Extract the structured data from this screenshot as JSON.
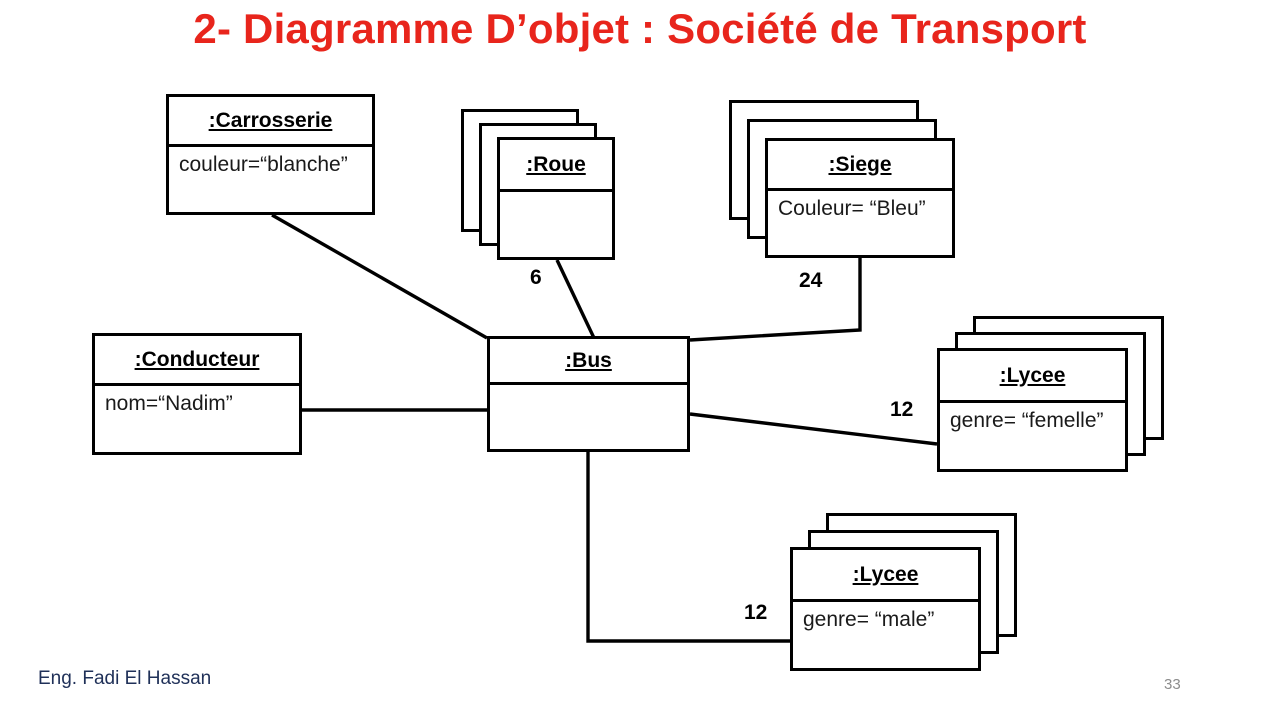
{
  "slide": {
    "title": "2- Diagramme D’objet : Société de Transport",
    "title_color": "#e8251c",
    "background_color": "#ffffff",
    "footer_author": "Eng. Fadi El Hassan",
    "page_number": "33",
    "line_color": "#000000"
  },
  "objects": {
    "carrosserie": {
      "name": ":Carrosserie",
      "attribute": "couleur=“blanche”",
      "stacked": false
    },
    "roue": {
      "name": ":Roue",
      "attribute": "",
      "stacked": true,
      "stack_count": 3
    },
    "siege": {
      "name": ":Siege",
      "attribute": "Couleur= “Bleu”",
      "stacked": true,
      "stack_count": 3
    },
    "conducteur": {
      "name": ":Conducteur",
      "attribute": "nom=“Nadim”",
      "stacked": false
    },
    "bus": {
      "name": ":Bus",
      "attribute": "",
      "stacked": false
    },
    "lycee_femelle": {
      "name": ":Lycee",
      "attribute": "genre= “femelle”",
      "stacked": true,
      "stack_count": 3
    },
    "lycee_male": {
      "name": ":Lycee",
      "attribute": "genre= “male”",
      "stacked": true,
      "stack_count": 3
    }
  },
  "links": {
    "bus_roue": {
      "multiplicity": "6"
    },
    "bus_siege": {
      "multiplicity": "24"
    },
    "bus_lycee_femelle": {
      "multiplicity": "12"
    },
    "bus_lycee_male": {
      "multiplicity": "12"
    },
    "bus_carrosserie": {
      "multiplicity": ""
    },
    "bus_conducteur": {
      "multiplicity": ""
    }
  }
}
